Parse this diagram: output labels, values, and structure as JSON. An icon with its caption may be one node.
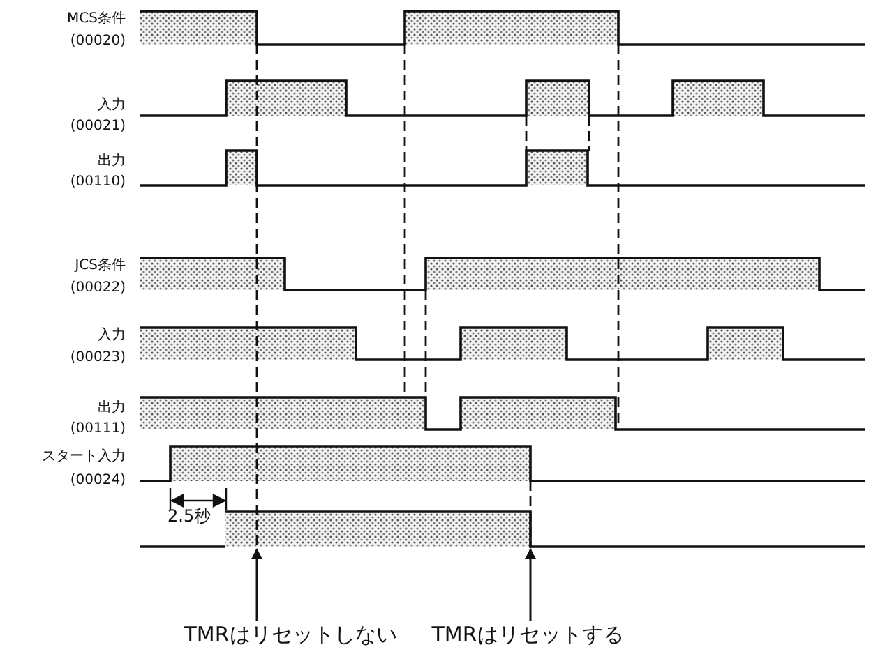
{
  "diagram": {
    "nodes": [
      {
        "text": [
          "TMRはリセットしない"
        ]
      },
      {
        "text": [
          "TMRはリセットする"
        ]
      }
    ],
    "edges": [
      {
        "from": 0,
        "to": null,
        "arrow": "to"
      },
      {
        "from": 1,
        "to": null,
        "arrow": "to"
      }
    ],
    "labels": [
      "MCS条件",
      "(00020)",
      "入力",
      "(00021)",
      "出力",
      "(00110)",
      "JCS条件",
      "(00022)",
      "入力",
      "(00023)",
      "出力",
      "(00111)",
      "スタート入力",
      "(00024)",
      "2.5秒"
    ]
  }
}
